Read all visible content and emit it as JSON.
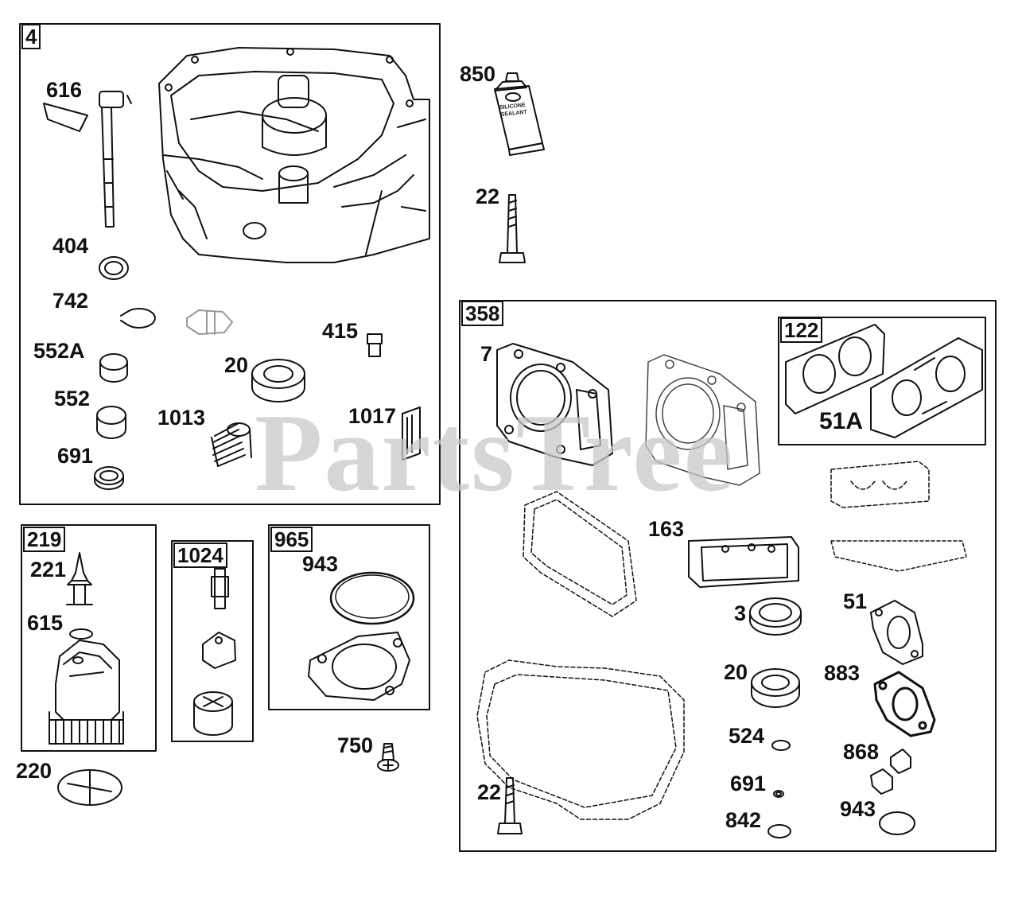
{
  "watermark": "PartsTree",
  "groups": {
    "g4": "4",
    "g358": "358",
    "g122": "122",
    "g219": "219",
    "g1024": "1024",
    "g965": "965"
  },
  "parts": {
    "p616": "616",
    "p404": "404",
    "p742": "742",
    "p552A": "552A",
    "p552": "552",
    "p691a": "691",
    "p415": "415",
    "p20a": "20",
    "p1013": "1013",
    "p1017": "1017",
    "p850": "850",
    "p22a": "22",
    "p7": "7",
    "p51A": "51A",
    "p163": "163",
    "p3": "3",
    "p51": "51",
    "p20b": "20",
    "p883": "883",
    "p524": "524",
    "p868": "868",
    "p691b": "691",
    "p842": "842",
    "p943b": "943",
    "p22b": "22",
    "p221": "221",
    "p615": "615",
    "p220": "220",
    "p943a": "943",
    "p750": "750"
  },
  "sealant_tube": {
    "line1": "SILICONE",
    "line2": "SEALANT"
  }
}
